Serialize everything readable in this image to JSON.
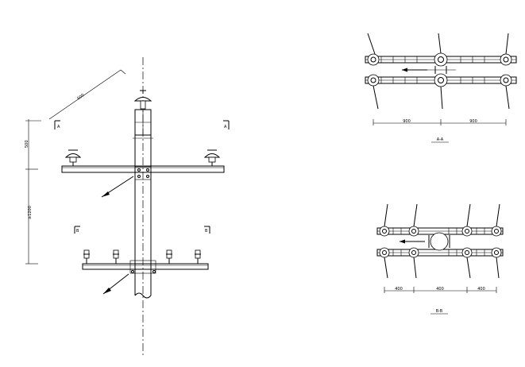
{
  "elevation": {
    "dim_diagonal": "600",
    "dim_vertical_upper": "500",
    "dim_vertical_lower": "≥1200",
    "marker_a": "A",
    "marker_b": "B"
  },
  "section_aa": {
    "title": "A-A",
    "dims": [
      "900",
      "900"
    ]
  },
  "section_bb": {
    "title": "B-B",
    "dims": [
      "400",
      "400",
      "400"
    ]
  }
}
